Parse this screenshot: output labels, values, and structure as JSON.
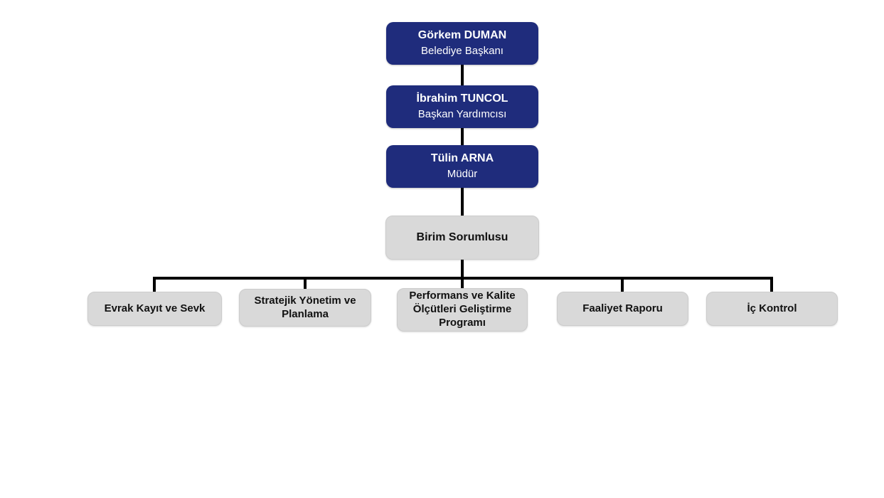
{
  "colors": {
    "navy": "#1F2C7C",
    "gray": "#D9D9D9",
    "line": "#000000",
    "text_on_navy": "#FFFFFF",
    "text_on_gray": "#111111"
  },
  "org": {
    "mayor": {
      "name": "Görkem DUMAN",
      "role": "Belediye Başkanı"
    },
    "deputy": {
      "name": "İbrahim TUNCOL",
      "role": "Başkan Yardımcısı"
    },
    "director": {
      "name": "Tülin ARNA",
      "role": "Müdür"
    },
    "unit_lead": {
      "label": "Birim Sorumlusu"
    },
    "units": [
      {
        "label": "Evrak Kayıt ve Sevk"
      },
      {
        "label": "Stratejik Yönetim ve Planlama"
      },
      {
        "label": "Performans ve Kalite Ölçütleri Geliştirme Programı"
      },
      {
        "label": "Faaliyet Raporu"
      },
      {
        "label": "İç Kontrol"
      }
    ]
  }
}
